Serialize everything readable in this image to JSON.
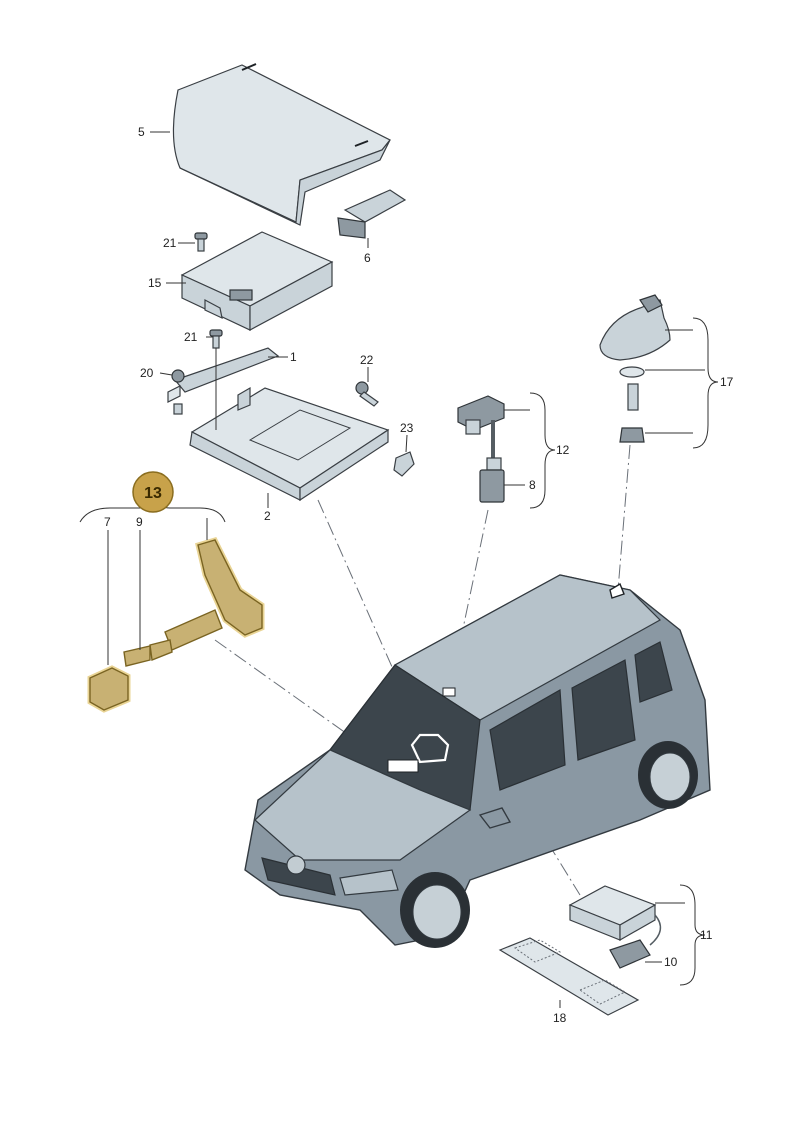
{
  "highlighted_part": "13",
  "colors": {
    "highlight_badge": "#c8a24a",
    "highlight_part": "#c8b173",
    "car_body": "#8a98a3",
    "background": "#ffffff"
  },
  "labels": {
    "p1": "1",
    "p2": "2",
    "p5": "5",
    "p6": "6",
    "p7": "7",
    "p8": "8",
    "p9": "9",
    "p10": "10",
    "p11": "11",
    "p12": "12",
    "p13": "13",
    "p15": "15",
    "p17": "17",
    "p18": "18",
    "p20": "20",
    "p21a": "21",
    "p21b": "21",
    "p22": "22",
    "p23": "23"
  }
}
